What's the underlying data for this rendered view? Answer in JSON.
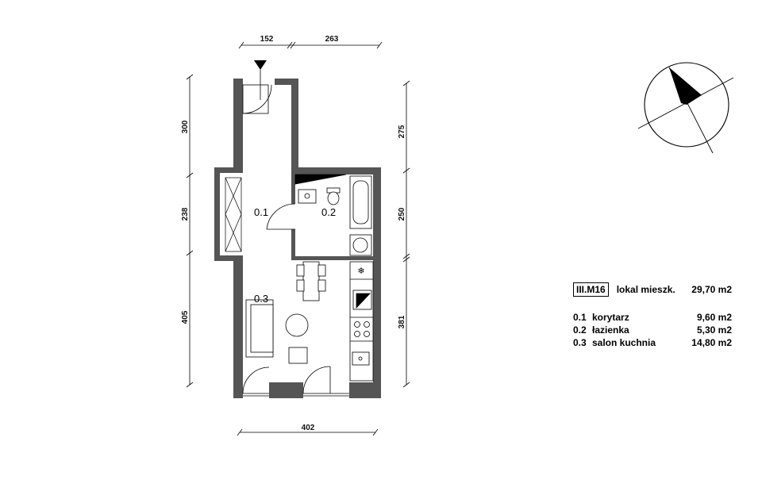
{
  "dimensions": {
    "top_left": "152",
    "top_right": "263",
    "left_top": "300",
    "left_mid": "238",
    "left_bottom": "405",
    "right_top": "275",
    "right_mid": "250",
    "right_bottom": "381",
    "bottom": "402"
  },
  "rooms": [
    {
      "number": "0.1",
      "name": "korytarz",
      "area": "9,60 m2"
    },
    {
      "number": "0.2",
      "name": "łazienka",
      "area": "5,30 m2"
    },
    {
      "number": "0.3",
      "name": "salon kuchnia",
      "area": "14,80 m2"
    }
  ],
  "unit": {
    "code": "III.M16",
    "label": "lokal mieszk.",
    "area": "29,70 m2"
  },
  "icons": {
    "entrance": "entrance-arrow-icon",
    "north": "north-arrow-icon",
    "fridge": "snowflake-icon"
  },
  "colors": {
    "wall": "#555555",
    "line": "#000000"
  }
}
